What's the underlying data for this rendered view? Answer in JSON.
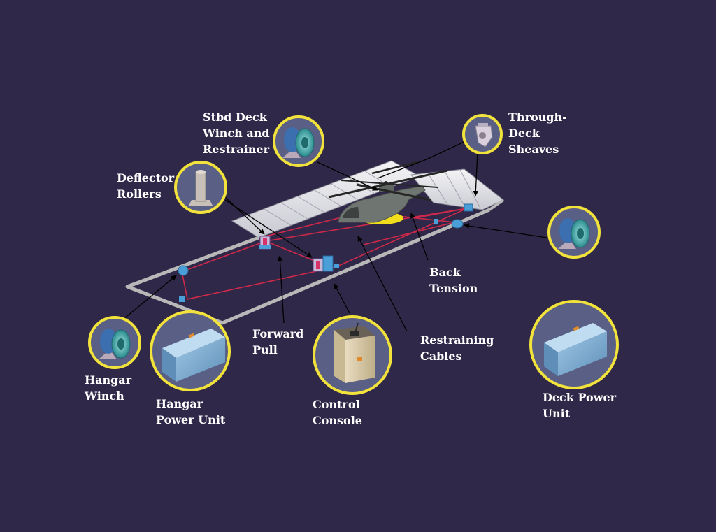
{
  "labels": {
    "stbd_deck_winch": [
      "Stbd Deck",
      "Winch and",
      "Restrainer"
    ],
    "through_deck_sheaves": [
      "Through-",
      "Deck",
      "Sheaves"
    ],
    "deflector_rollers": [
      "Deflector",
      "Rollers"
    ],
    "back_tension": [
      "Back",
      "Tension"
    ],
    "forward_pull": [
      "Forward",
      "Pull"
    ],
    "restraining_cables": [
      "Restraining",
      "Cables"
    ],
    "hangar_winch": [
      "Hangar",
      "Winch"
    ],
    "hangar_power_unit": [
      "Hangar",
      "Power Unit"
    ],
    "control_console": [
      "Control",
      "Console"
    ],
    "deck_power_unit": [
      "Deck Power",
      "Unit"
    ]
  },
  "colors": {
    "background": "#302848",
    "callout_ring": "#f2e23c",
    "callout_fill": "#5a5f86",
    "deck_outline": "#b8b8b8",
    "cable": "#d0284a",
    "component_blue": "#4a9fd8",
    "label_text": "#ffffff",
    "leader_line": "#000000"
  },
  "icons": [
    "helicopter-icon",
    "winch-icon",
    "sheave-icon",
    "roller-icon",
    "power-unit-icon",
    "console-icon"
  ]
}
